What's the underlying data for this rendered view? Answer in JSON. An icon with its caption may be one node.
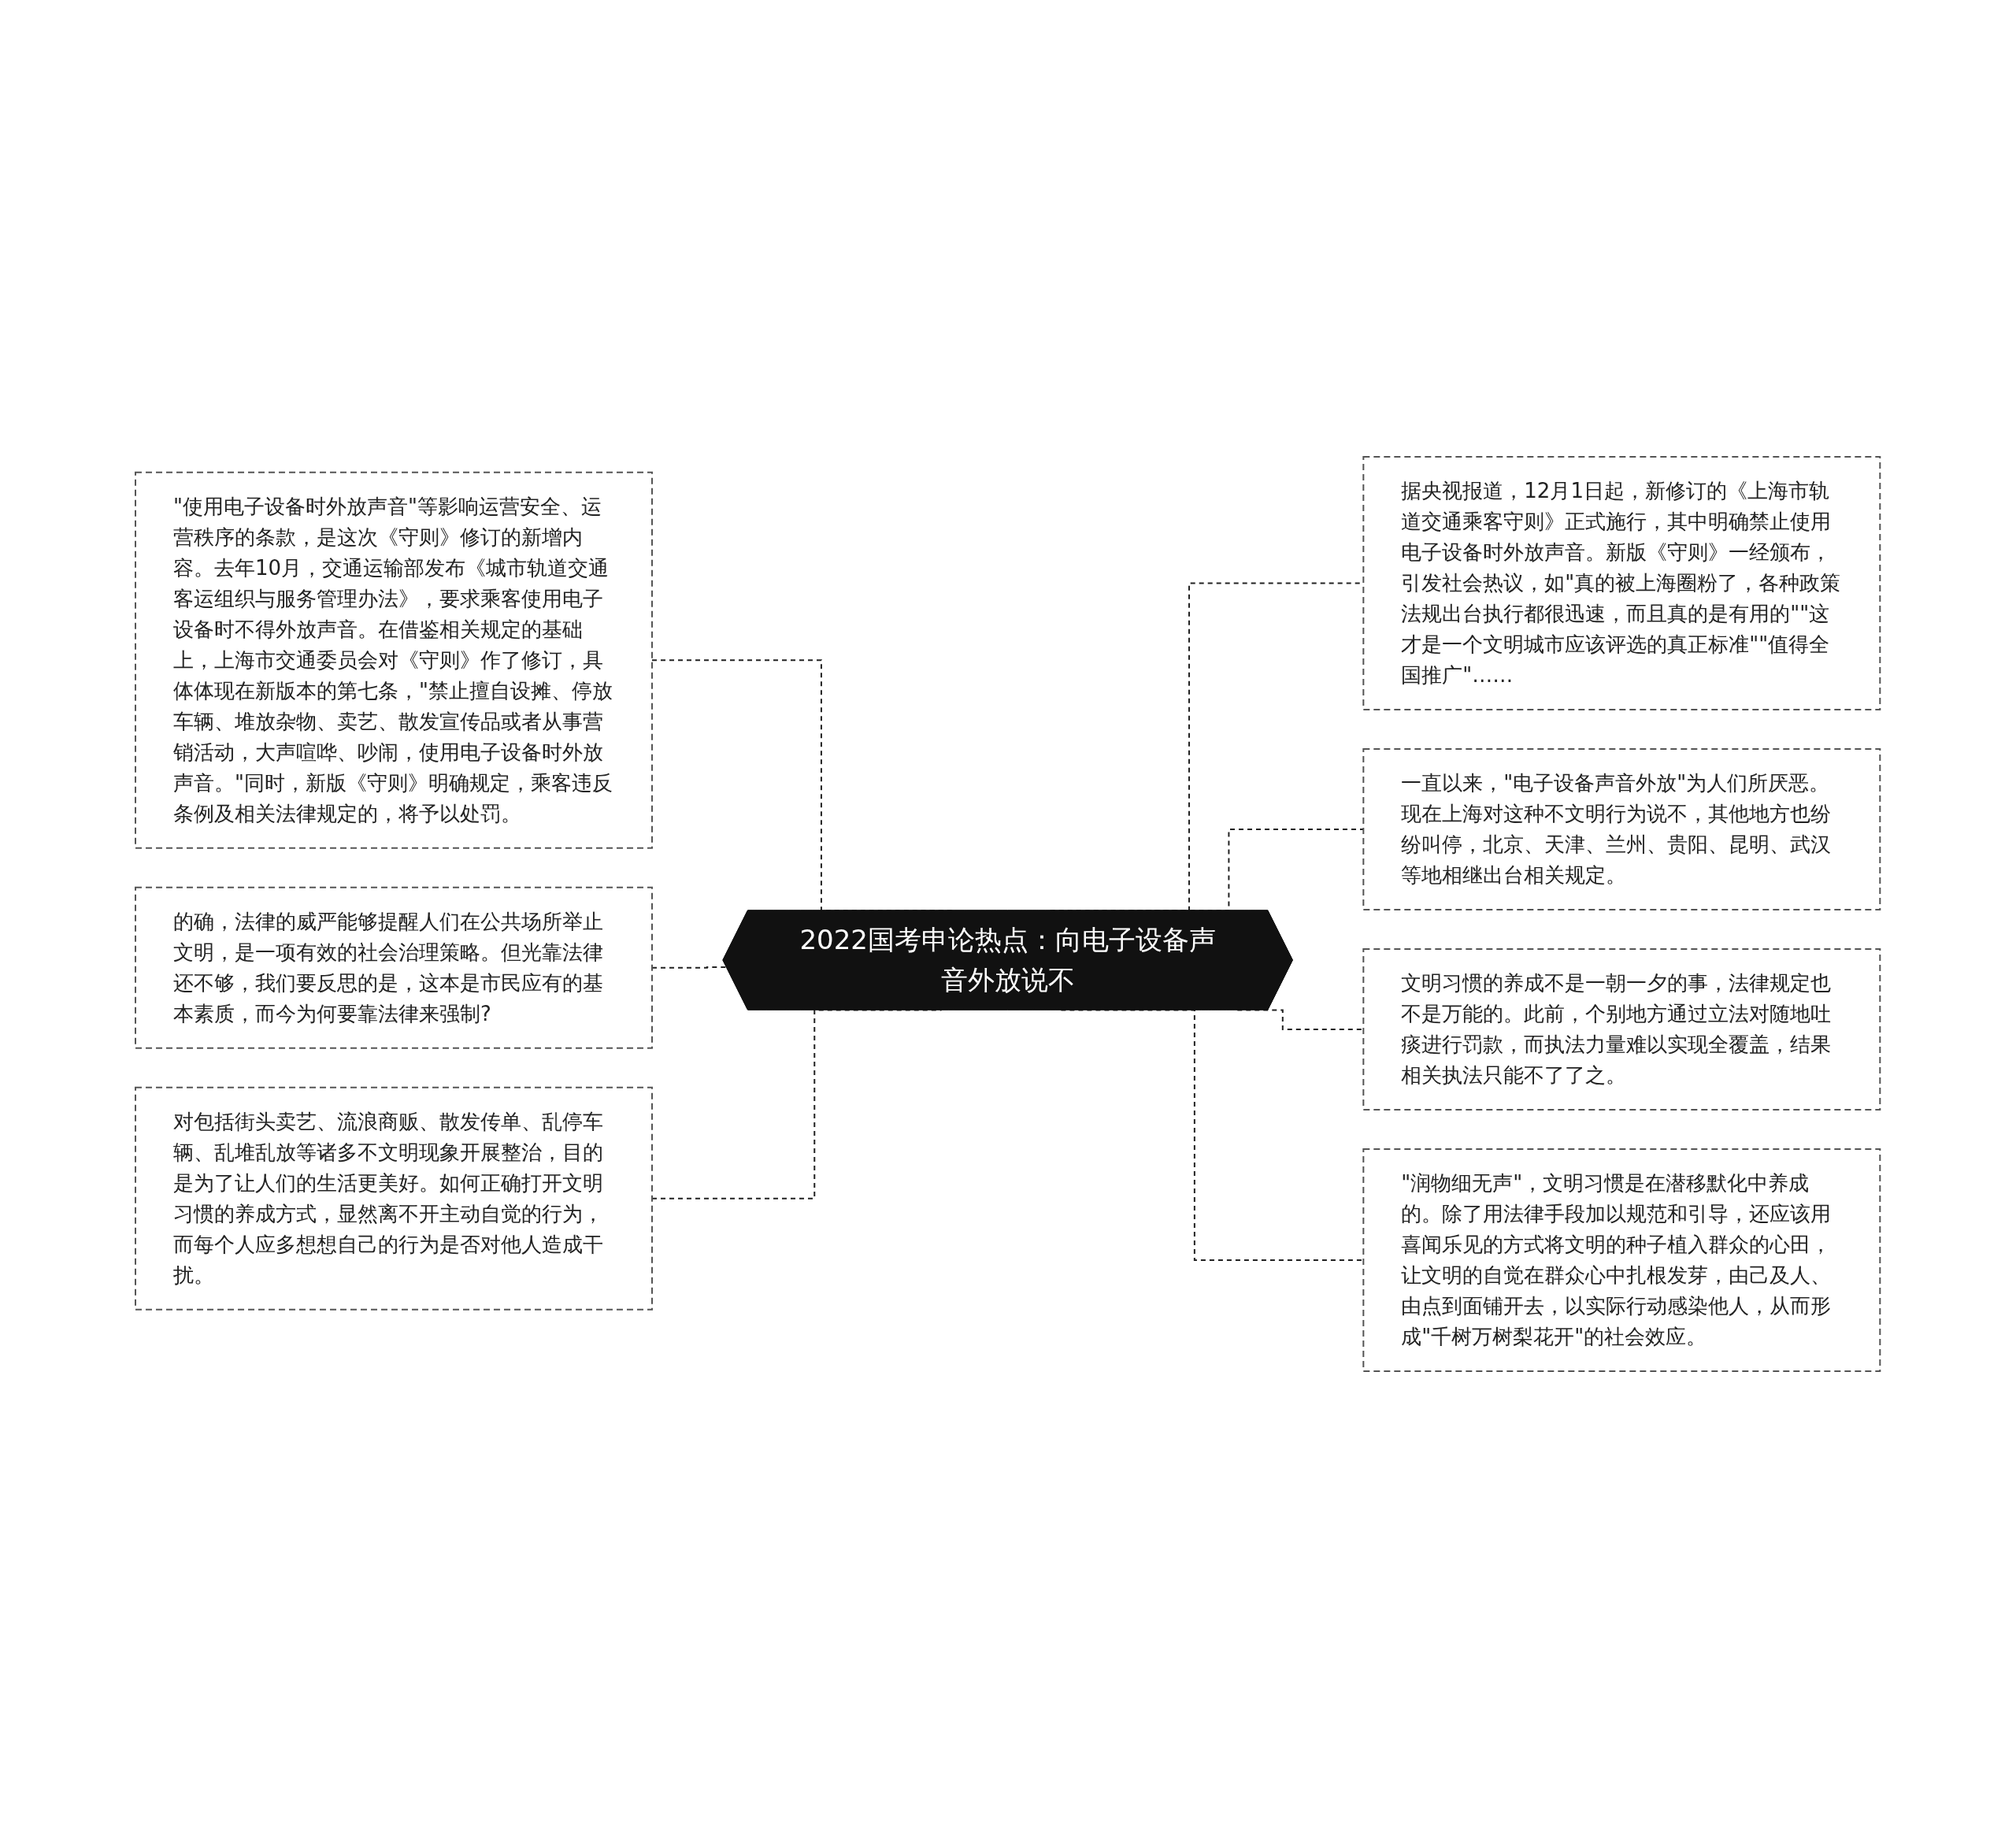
{
  "diagram": {
    "nodes": [
      {
        "text": [
          "2022国考申论热点：向电子设备声音外放说不"
        ]
      },
      {
        "text": [
          "\"使用电子设备时外放声音\"等影响运营安全、运营秩序的条款，是这次《守则》修订的新增内容。去年10月，交通运输部发布《城市轨道交通客运组织与服务管理办法》，要求乘客使用电子设备时不得外放声音。在借鉴相关规定的基础上，上海市交通委员会对《守则》作了修订，具体体现在新版本的第七条，\"禁止擅自设摊、停放车辆、堆放杂物、卖艺、散发宣传品或者从事营销活动，大声喧哗、吵闹，使用电子设备时外放声音。\"同时，新版《守则》明确规定，乘客违反条例及相关法律规定的，将予以处罚。"
        ]
      },
      {
        "text": [
          "的确，法律的威严能够提醒人们在公共场所举止文明，是一项有效的社会治理策略。但光靠法律还不够，我们要反思的是，这本是市民应有的基本素质，而今为何要靠法律来强制?"
        ]
      },
      {
        "text": [
          "对包括街头卖艺、流浪商贩、散发传单、乱停车辆、乱堆乱放等诸多不文明现象开展整治，目的是为了让人们的生活更美好。如何正确打开文明习惯的养成方式，显然离不开主动自觉的行为，而每个人应多想想自己的行为是否对他人造成干扰。"
        ]
      },
      {
        "text": [
          "据央视报道，12月1日起，新修订的《上海市轨道交通乘客守则》正式施行，其中明确禁止使用电子设备时外放声音。新版《守则》一经颁布，引发社会热议，如\"真的被上海圈粉了，各种政策法规出台执行都很迅速，而且真的是有用的\"\"这才是一个文明城市应该评选的真正标准\"\"值得全国推广\"……"
        ]
      },
      {
        "text": [
          "一直以来，\"电子设备声音外放\"为人们所厌恶。现在上海对这种不文明行为说不，其他地方也纷纷叫停，北京、天津、兰州、贵阳、昆明、武汉等地相继出台相关规定。"
        ]
      },
      {
        "text": [
          "文明习惯的养成不是一朝一夕的事，法律规定也不是万能的。此前，个别地方通过立法对随地吐痰进行罚款，而执法力量难以实现全覆盖，结果相关执法只能不了了之。"
        ]
      },
      {
        "text": [
          "\"润物细无声\"，文明习惯是在潜移默化中养成的。除了用法律手段加以规范和引导，还应该用喜闻乐见的方式将文明的种子植入群众的心田，让文明的自觉在群众心中扎根发芽，由己及人、由点到面铺开去，以实际行动感染他人，从而形成\"千树万树梨花开\"的社会效应。"
        ]
      }
    ],
    "edges": [
      {
        "from": 0,
        "to": 1,
        "arrow": "none",
        "style": "dashed"
      },
      {
        "from": 0,
        "to": 2,
        "arrow": "none",
        "style": "dashed"
      },
      {
        "from": 0,
        "to": 3,
        "arrow": "none",
        "style": "dashed"
      },
      {
        "from": 0,
        "to": 4,
        "arrow": "none",
        "style": "dashed"
      },
      {
        "from": 0,
        "to": 5,
        "arrow": "none",
        "style": "dashed"
      },
      {
        "from": 0,
        "to": 6,
        "arrow": "none",
        "style": "dashed"
      },
      {
        "from": 0,
        "to": 7,
        "arrow": "none",
        "style": "dashed"
      }
    ]
  }
}
